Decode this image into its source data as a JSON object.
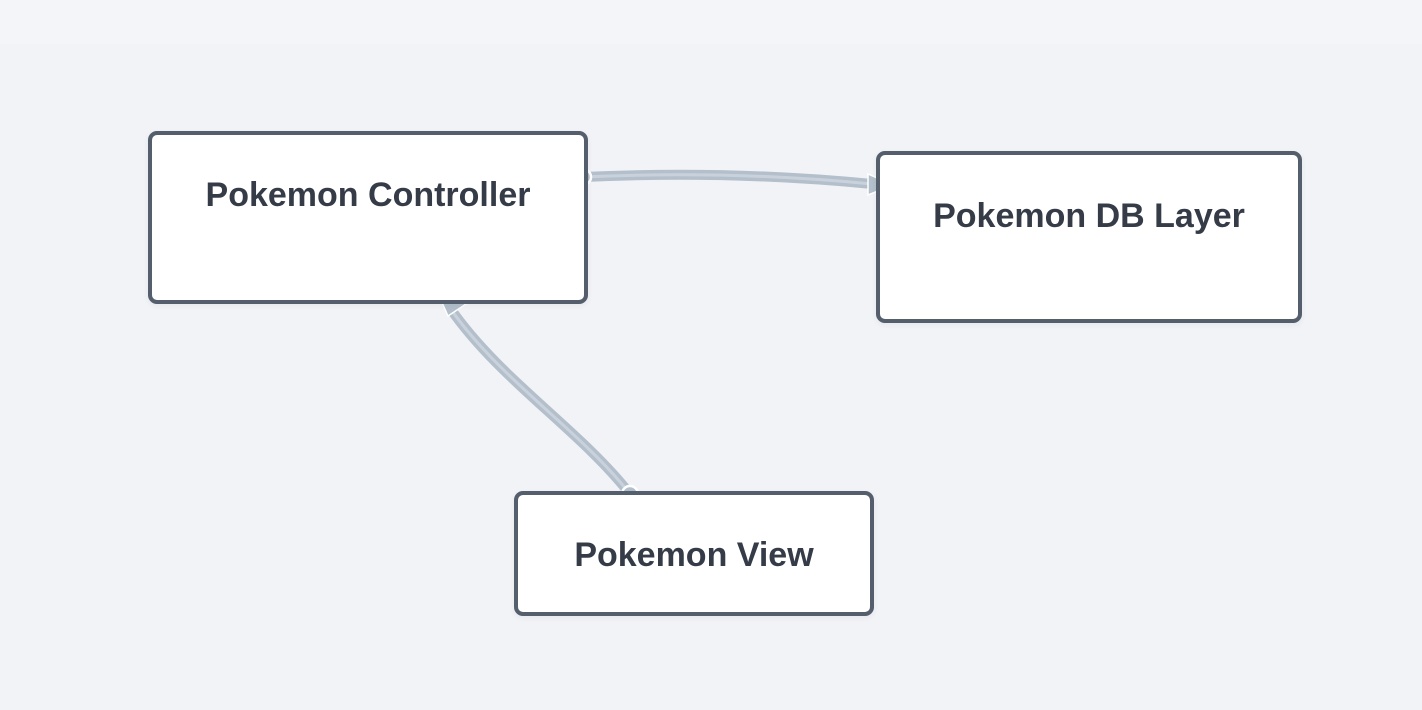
{
  "diagram": {
    "background_color": "#f2f3f7",
    "nodes": [
      {
        "id": "controller",
        "label": "Pokemon Controller"
      },
      {
        "id": "db",
        "label": "Pokemon DB Layer"
      },
      {
        "id": "view",
        "label": "Pokemon View"
      }
    ],
    "edges": [
      {
        "from": "controller",
        "to": "db"
      },
      {
        "from": "view",
        "to": "controller"
      }
    ],
    "colors": {
      "node_border": "#545e6c",
      "node_fill": "#ffffff",
      "label_text": "#353c48",
      "edge": "#b3bfcb"
    }
  }
}
